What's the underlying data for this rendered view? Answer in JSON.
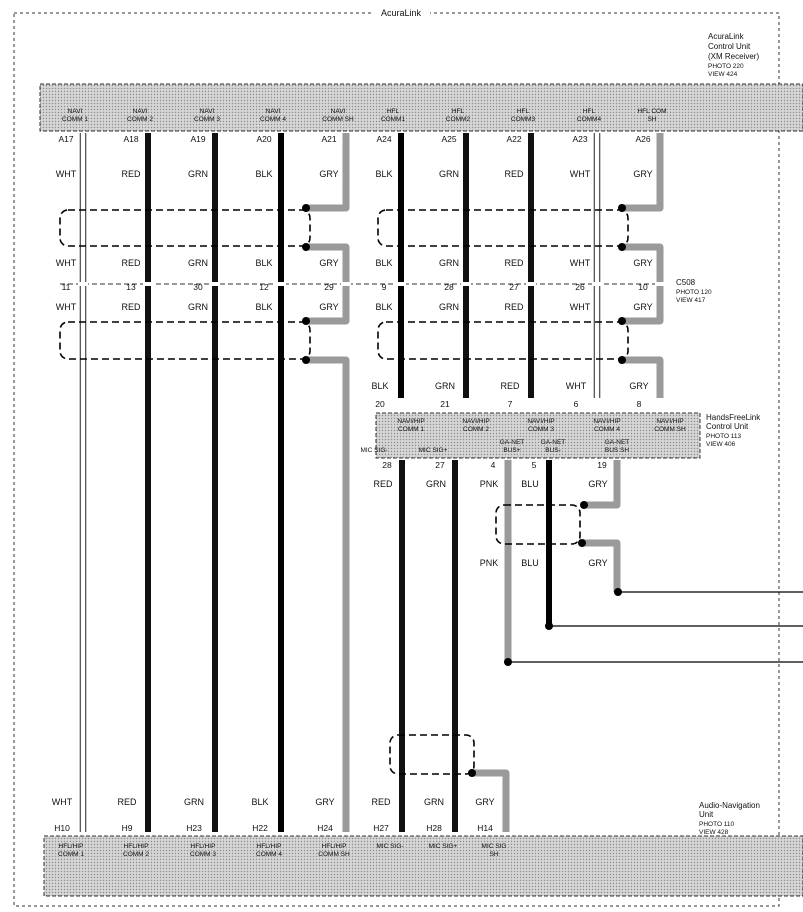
{
  "frame_title": "AcuraLink",
  "units": {
    "acuralink": {
      "lines": [
        "AcuraLink",
        "Control Unit",
        "(XM Receiver)"
      ],
      "photo": "PHOTO 220",
      "view": "VIEW 424"
    },
    "c508": {
      "lines": [
        "C508"
      ],
      "photo": "PHOTO 120",
      "view": "VIEW 417"
    },
    "handsfree": {
      "lines": [
        "HandsFreeLink",
        "Control Unit"
      ],
      "photo": "PHOTO 113",
      "view": "VIEW 406"
    },
    "audionav": {
      "lines": [
        "Audio-Navigation",
        "Unit"
      ],
      "photo": "PHOTO 110",
      "view": "VIEW 428"
    }
  },
  "top_pins": [
    {
      "name": [
        "NAVI",
        "COMM 1"
      ],
      "pin": "A17",
      "c1": "WHT",
      "c2": "WHT",
      "c508": "11",
      "c3": "WHT"
    },
    {
      "name": [
        "NAVI",
        "COMM 2"
      ],
      "pin": "A18",
      "c1": "RED",
      "c2": "RED",
      "c508": "13",
      "c3": "RED"
    },
    {
      "name": [
        "NAVI",
        "COMM 3"
      ],
      "pin": "A19",
      "c1": "GRN",
      "c2": "GRN",
      "c508": "30",
      "c3": "GRN"
    },
    {
      "name": [
        "NAVI",
        "COMM 4"
      ],
      "pin": "A20",
      "c1": "BLK",
      "c2": "BLK",
      "c508": "12",
      "c3": "BLK"
    },
    {
      "name": [
        "NAVI",
        "COMM SH"
      ],
      "pin": "A21",
      "c1": "GRY",
      "c2": "GRY",
      "c508": "29",
      "c3": "GRY"
    },
    {
      "name": [
        "HFL",
        "COMM1"
      ],
      "pin": "A24",
      "c1": "BLK",
      "c2": "BLK",
      "c508": "9",
      "c3": "BLK"
    },
    {
      "name": [
        "HFL",
        "COMM2"
      ],
      "pin": "A25",
      "c1": "GRN",
      "c2": "GRN",
      "c508": "28",
      "c3": "GRN"
    },
    {
      "name": [
        "HFL",
        "COMM3"
      ],
      "pin": "A22",
      "c1": "RED",
      "c2": "RED",
      "c508": "27",
      "c3": "RED"
    },
    {
      "name": [
        "HFL",
        "COMM4"
      ],
      "pin": "A23",
      "c1": "WHT",
      "c2": "WHT",
      "c508": "26",
      "c3": "WHT"
    },
    {
      "name": [
        "HFL COM",
        "SH"
      ],
      "pin": "A26",
      "c1": "GRY",
      "c2": "GRY",
      "c508": "10",
      "c3": "GRY"
    }
  ],
  "hfl_top": [
    {
      "color": "BLK",
      "pin": "20",
      "name": [
        "NAVI/HIP",
        "COMM 1"
      ]
    },
    {
      "color": "GRN",
      "pin": "21",
      "name": [
        "NAVI/HIP",
        "COMM 2"
      ]
    },
    {
      "color": "RED",
      "pin": "7",
      "name": [
        "NAVI/HIP",
        "COMM 3"
      ]
    },
    {
      "color": "WHT",
      "pin": "6",
      "name": [
        "NAVI/HIP",
        "COMM 4"
      ]
    },
    {
      "color": "GRY",
      "pin": "8",
      "name": [
        "NAVI/HIP",
        "COMM SH"
      ]
    }
  ],
  "hfl_bottom": [
    {
      "name": [
        "MIC SIG-"
      ],
      "pin": "28",
      "color": "RED"
    },
    {
      "name": [
        "MIC SIG+"
      ],
      "pin": "27",
      "color": "GRN"
    },
    {
      "name": [
        "GA-NET",
        "BUS+"
      ],
      "pin": "4",
      "color": "PNK",
      "color2": "PNK"
    },
    {
      "name": [
        "GA-NET",
        "BUS-"
      ],
      "pin": "5",
      "color": "BLU",
      "color2": "BLU"
    },
    {
      "name": [
        "GA-NET",
        "BUS SH"
      ],
      "pin": "19",
      "color": "GRY",
      "color2": "GRY"
    }
  ],
  "bottom_pins": [
    {
      "color": "WHT",
      "pin": "H10",
      "name": [
        "HFL/HIP",
        "COMM 1"
      ]
    },
    {
      "color": "RED",
      "pin": "H9",
      "name": [
        "HFL/HIP",
        "COMM 2"
      ]
    },
    {
      "color": "GRN",
      "pin": "H23",
      "name": [
        "HFL/HIP",
        "COMM 3"
      ]
    },
    {
      "color": "BLK",
      "pin": "H22",
      "name": [
        "HFL/HIP",
        "COMM 4"
      ]
    },
    {
      "color": "GRY",
      "pin": "H24",
      "name": [
        "HFL/HIP",
        "COMM SH"
      ]
    },
    {
      "color": "RED",
      "pin": "H27",
      "name": [
        "MIC SIG-"
      ]
    },
    {
      "color": "GRN",
      "pin": "H28",
      "name": [
        "MIC SIG+"
      ]
    },
    {
      "color": "GRY",
      "pin": "H14",
      "name": [
        "MIC SIG",
        "SH"
      ]
    }
  ]
}
